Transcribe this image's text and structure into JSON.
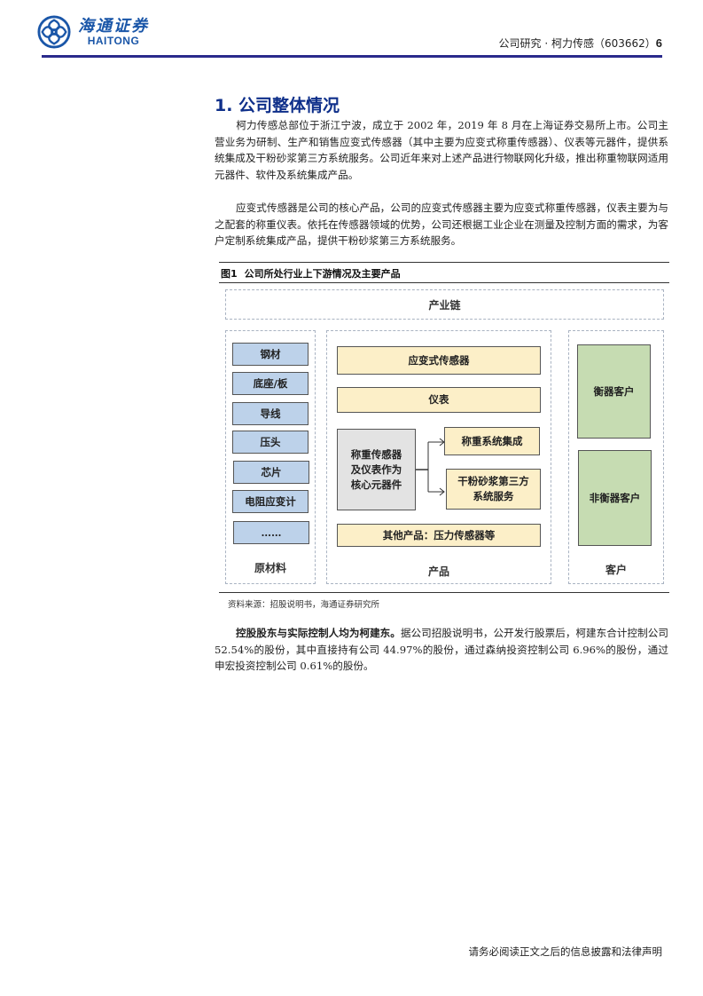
{
  "header": {
    "logo": {
      "cn": "海通证券",
      "en": "HAITONG",
      "icon": "haitong-logo-icon"
    },
    "breadcrumb": "公司研究 · 柯力传感（603662）",
    "page_number": "6",
    "rule_color": "#2a2a8c"
  },
  "section": {
    "title": "1. 公司整体情况"
  },
  "paragraphs": [
    "柯力传感总部位于浙江宁波，成立于 2002 年，2019 年 8 月在上海证券交易所上市。公司主营业务为研制、生产和销售应变式传感器（其中主要为应变式称重传感器）、仪表等元器件，提供系统集成及干粉砂浆第三方系统服务。公司近年来对上述产品进行物联网化升级，推出称重物联网适用元器件、软件及系统集成产品。",
    "应变式传感器是公司的核心产品，公司的应变式传感器主要为应变式称重传感器，仪表主要为与之配套的称重仪表。依托在传感器领域的优势，公司还根据工业企业在测量及控制方面的需求，为客户定制系统集成产品，提供干粉砂浆第三方系统服务。"
  ],
  "figure": {
    "number": "图1",
    "title": "公司所处行业上下游情况及主要产品",
    "chain_label": "产业链",
    "raw_materials": {
      "label": "原材料",
      "items": [
        "钢材",
        "底座/板",
        "导线",
        "压头",
        "芯片",
        "电阻应变计",
        "……"
      ]
    },
    "products": {
      "label": "产品",
      "strain_sensor": "应变式传感器",
      "instrument": "仪表",
      "core": "称重传感器及仪表作为核心元器件",
      "core_lines": [
        "称重传感器",
        "及仪表作为",
        "核心元器件"
      ],
      "weighing_system": "称重系统集成",
      "mortar_lines": [
        "干粉砂浆第三方",
        "系统服务"
      ],
      "other": "其他产品：压力传感器等"
    },
    "customers": {
      "label": "客户",
      "scale": "衡器客户",
      "non_scale": "非衡器客户"
    },
    "colors": {
      "raw": "#bdd2ea",
      "product": "#fcefc8",
      "core": "#e3e3e3",
      "customer": "#c6dcb2"
    },
    "source": "资料来源：招股说明书，海通证券研究所"
  },
  "holding": {
    "bold_lead": "控股股东与实际控制人均为柯建东。",
    "text": "据公司招股说明书，公开发行股票后，柯建东合计控制公司 52.54%的股份，其中直接持有公司 44.97%的股份，通过森纳投资控制公司 6.96%的股份，通过申宏投资控制公司 0.61%的股份。"
  },
  "footer": {
    "disclaimer": "请务必阅读正文之后的信息披露和法律声明"
  }
}
